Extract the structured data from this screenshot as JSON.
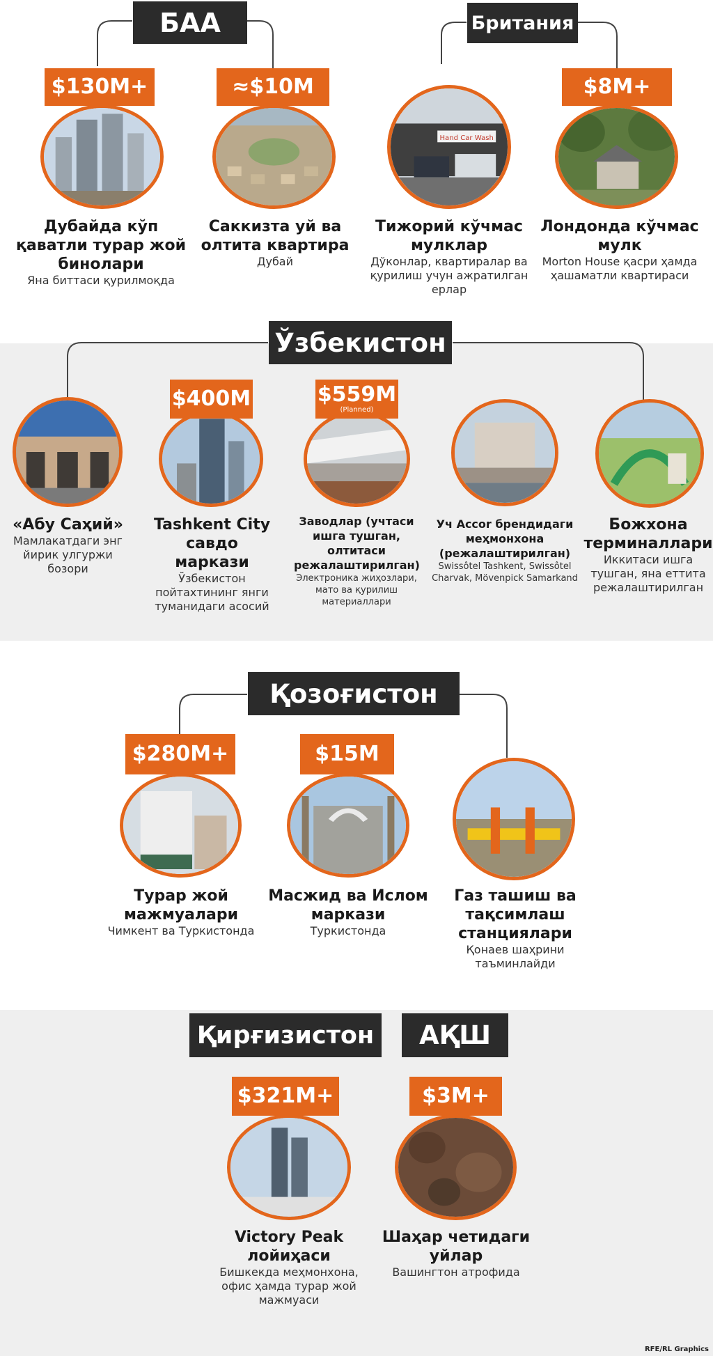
{
  "sections": {
    "uae": {
      "name": "БАА",
      "items": [
        {
          "price": "$130M+",
          "title": "Дубайда кўп қаватли турар жой бинолари",
          "subtitle": "Яна биттаси қурилмоқда"
        },
        {
          "price": "≈$10M",
          "title": "Саккизта уй ва олтита квартира",
          "subtitle": "Дубай"
        }
      ]
    },
    "uk": {
      "name": "Британия",
      "items": [
        {
          "price": "",
          "title": "Тижорий кўчмас мулклар",
          "subtitle": "Дўконлар, квартиралар ва қурилиш учун ажратилган ерлар",
          "sign": "Hand Car Wash"
        },
        {
          "price": "$8M+",
          "title": "Лондонда кўчмас мулк",
          "subtitle": "Morton House қасри ҳамда ҳашаматли квартираси"
        }
      ]
    },
    "uzbekistan": {
      "name": "Ўзбекистон",
      "items": [
        {
          "price": "",
          "title": "«Абу Саҳий»",
          "subtitle": "Мамлакатдаги энг йирик улгуржи бозори"
        },
        {
          "price": "$400M",
          "title": "Tashkent City савдо маркази",
          "subtitle": "Ўзбекистон пойтахтининг янги туманидаги асосий"
        },
        {
          "price": "$559M",
          "price_note": "(Planned)",
          "title": "Заводлар (учтаси ишга тушган, олтитаси режалаштирилган)",
          "subtitle": "Электроника жиҳозлари, мато ва қурилиш материаллари"
        },
        {
          "price": "",
          "title": "Уч Accor брендидаги меҳмонхона (режалаштирилган)",
          "subtitle": "Swissôtel Tashkent, Swissôtel Charvak, Mövenpick Samarkand"
        },
        {
          "price": "",
          "title": "Божхона терминаллари",
          "subtitle": "Иккитаси ишга тушган, яна еттита режалаштирилган"
        }
      ]
    },
    "kazakhstan": {
      "name": "Қозоғистон",
      "items": [
        {
          "price": "$280M+",
          "title": "Турар жой мажмуалари",
          "subtitle": "Чимкент ва Туркистонда"
        },
        {
          "price": "$15M",
          "title": "Масжид ва Ислом маркази",
          "subtitle": "Туркистонда"
        },
        {
          "price": "",
          "title": "Газ ташиш ва тақсимлаш станциялари",
          "subtitle": "Қонаев шаҳрини таъминлайди"
        }
      ]
    },
    "kyrgyzstan": {
      "name": "Қирғизистон",
      "items": [
        {
          "price": "$321M+",
          "title": "Victory Peak лойиҳаси",
          "subtitle": "Бишкекда меҳмонхона, офис ҳамда турар жой мажмуаси"
        }
      ]
    },
    "usa": {
      "name": "АҚШ",
      "items": [
        {
          "price": "$3M+",
          "title": "Шаҳар четидаги уйлар",
          "subtitle": "Вашингтон атрофида"
        }
      ]
    }
  },
  "credit": "RFE/RL Graphics",
  "colors": {
    "accent": "#e3661c",
    "label_bg": "#2b2b2b",
    "band_bg": "#efefef"
  }
}
